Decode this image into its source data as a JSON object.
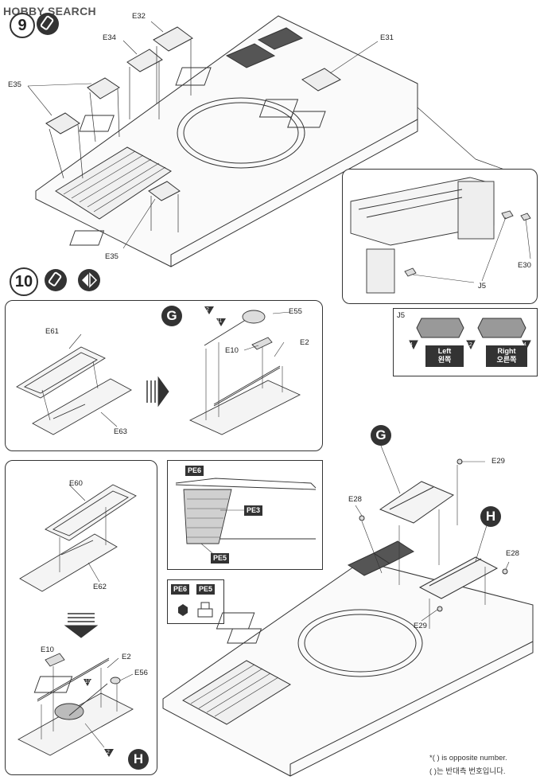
{
  "watermark": "HOBBY SEARCH",
  "steps": {
    "s9": "9",
    "s10": "10"
  },
  "letters": {
    "g": "G",
    "h": "H"
  },
  "labels": {
    "e32": "E32",
    "e34": "E34",
    "e31": "E31",
    "e35a": "E35",
    "e35b": "E35",
    "e30": "E30",
    "j5a": "J5",
    "j5b": "J5",
    "e61": "E61",
    "e63": "E63",
    "e55": "E55",
    "e10a": "E10",
    "e2a": "E2",
    "e60": "E60",
    "e62": "E62",
    "e10b": "E10",
    "e2b": "E2",
    "e56": "E56",
    "e29a": "E29",
    "e28a": "E28",
    "e28b": "E28",
    "e29b": "E29",
    "pe6a": "PE6",
    "pe3": "PE3",
    "pe5a": "PE5",
    "pe6b": "PE6",
    "pe5b": "PE5"
  },
  "markers": {
    "m2a": "2",
    "m11": "11",
    "m10": "10",
    "m2b": "2",
    "m4a": "4",
    "m12": "12",
    "m4b": "4"
  },
  "sides": {
    "left_en": "Left",
    "left_ko": "왼쪽",
    "right_en": "Right",
    "right_ko": "오른쪽"
  },
  "footnote": {
    "en": "*( ) is opposite number.",
    "ko": "( )는 반대측 번호입니다."
  }
}
